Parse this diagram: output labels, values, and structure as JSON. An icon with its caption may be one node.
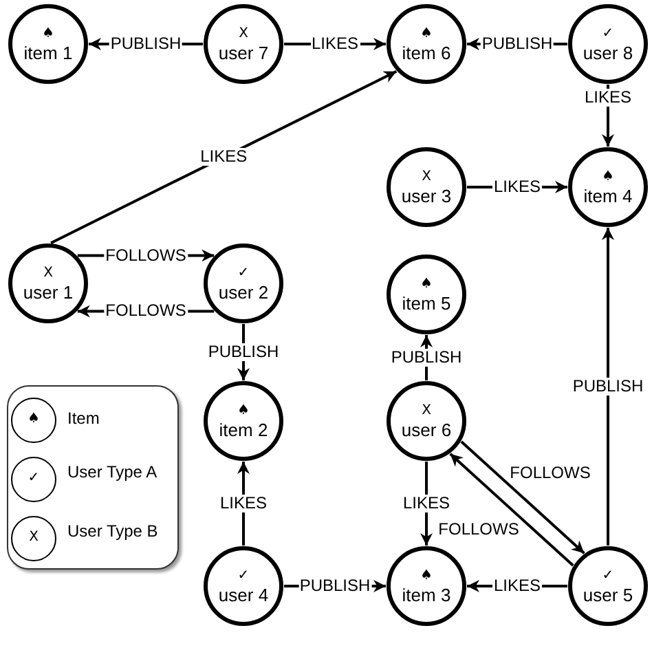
{
  "diagram": {
    "nodes": [
      {
        "text": [
          "♠",
          "item 1"
        ]
      },
      {
        "text": [
          "X",
          "user 7"
        ]
      },
      {
        "text": [
          "♠",
          "item 6"
        ]
      },
      {
        "text": [
          "✓",
          "user 8"
        ]
      },
      {
        "text": [
          "X",
          "user 3"
        ]
      },
      {
        "text": [
          "♠",
          "item 4"
        ]
      },
      {
        "text": [
          "X",
          "user 1"
        ]
      },
      {
        "text": [
          "✓",
          "user 2"
        ]
      },
      {
        "text": [
          "♠",
          "item 5"
        ]
      },
      {
        "text": [
          "X",
          "user 6"
        ]
      },
      {
        "text": [
          "♠",
          "item 2"
        ]
      },
      {
        "text": [
          "✓",
          "user 4"
        ]
      },
      {
        "text": [
          "♠",
          "item 3"
        ]
      },
      {
        "text": [
          "✓",
          "user 5"
        ]
      }
    ],
    "edges": [
      {
        "from": 1,
        "to": 0,
        "arrow": "to",
        "label": "PUBLISH"
      },
      {
        "from": 1,
        "to": 2,
        "arrow": "to",
        "label": "LIKES"
      },
      {
        "from": 3,
        "to": 2,
        "arrow": "to",
        "label": "PUBLISH"
      },
      {
        "from": 6,
        "to": 2,
        "arrow": "to",
        "label": "LIKES"
      },
      {
        "from": 3,
        "to": 5,
        "arrow": "to",
        "label": "LIKES"
      },
      {
        "from": 4,
        "to": 5,
        "arrow": "to",
        "label": "LIKES"
      },
      {
        "from": 6,
        "to": 7,
        "arrow": "to",
        "label": "FOLLOWS"
      },
      {
        "from": 7,
        "to": 6,
        "arrow": "to",
        "label": "FOLLOWS"
      },
      {
        "from": 7,
        "to": 10,
        "arrow": "to",
        "label": "PUBLISH"
      },
      {
        "from": 9,
        "to": 8,
        "arrow": "to",
        "label": "PUBLISH"
      },
      {
        "from": 13,
        "to": 5,
        "arrow": "to",
        "label": "PUBLISH"
      },
      {
        "from": 9,
        "to": 13,
        "arrow": "to",
        "label": "FOLLOWS"
      },
      {
        "from": 13,
        "to": 9,
        "arrow": "to",
        "label": "FOLLOWS"
      },
      {
        "from": 11,
        "to": 10,
        "arrow": "to",
        "label": "LIKES"
      },
      {
        "from": 9,
        "to": 12,
        "arrow": "to",
        "label": "LIKES"
      },
      {
        "from": 11,
        "to": 12,
        "arrow": "to",
        "label": "PUBLISH"
      },
      {
        "from": 13,
        "to": 12,
        "arrow": "to",
        "label": "LIKES"
      }
    ],
    "labels": [
      "♠",
      "✓",
      "X"
    ],
    "legend": [
      {
        "text": "Item"
      },
      {
        "text": "User Type A"
      },
      {
        "text": "User Type B"
      }
    ]
  }
}
